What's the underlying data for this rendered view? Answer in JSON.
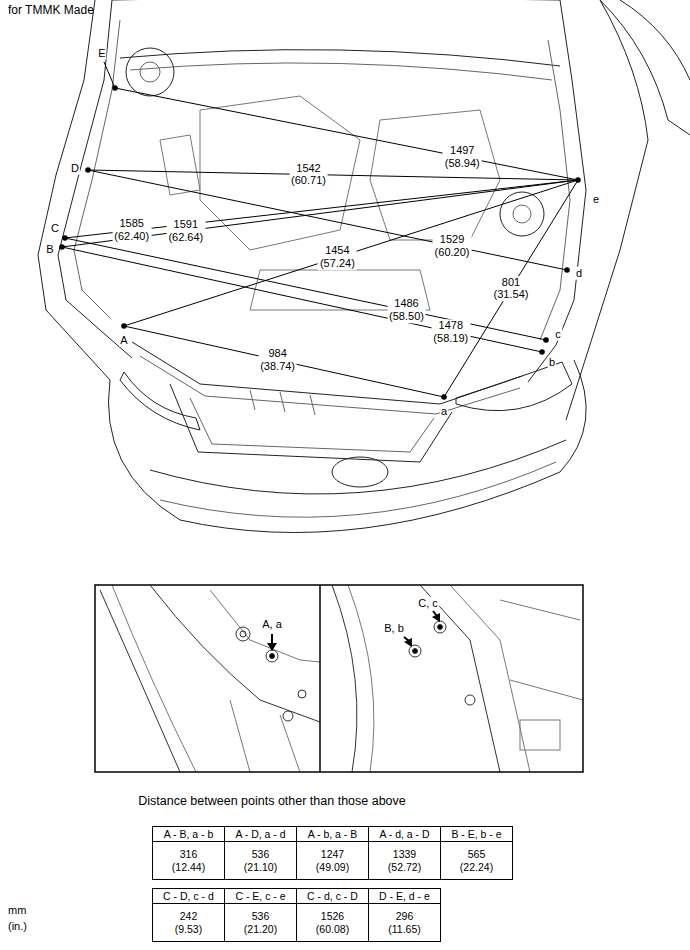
{
  "diagram": {
    "title": "for TMMK Made",
    "labels": [
      "E",
      "D",
      "C",
      "B",
      "A",
      "a",
      "b",
      "c",
      "d",
      "e",
      "1497 (58.94)",
      "1542 (60.71)",
      "1585 (62.40)",
      "1591 (62.64)",
      "1454 (57.24)",
      "1529 (60.20)",
      "1486 (58.50)",
      "1478 (58.19)",
      "984 (38.74)",
      "801 (31.54)",
      "A, a",
      "C, c",
      "B, b",
      "Distance between points other than those above",
      "A - B, a - b",
      "316 (12.44)",
      "A - D, a - d",
      "536 (21.10)",
      "A - b, a - B",
      "1247 (49.09)",
      "A - d, a - D",
      "1339 (52.72)",
      "B - E, b - e",
      "565 (22.24)",
      "C - D, c - d",
      "242 (9.53)",
      "C - E, c - e",
      "536 (21.20)",
      "C - d, c - D",
      "1526 (60.08)",
      "D - E, d - e",
      "296 (11.65)",
      "mm",
      "(in.)"
    ]
  }
}
